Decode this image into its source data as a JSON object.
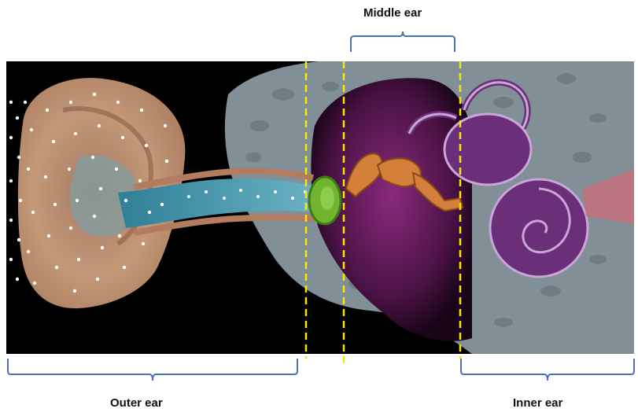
{
  "labels": {
    "middle": "Middle ear",
    "outer": "Outer ear",
    "inner": "Inner ear"
  },
  "colors": {
    "bracket": "#4a72b8",
    "divider": "#ffe600",
    "background": "#000000",
    "bone": "#8c9ba3",
    "outer_ear_skin": "#c79a78",
    "ear_canal": "#4e98b0",
    "eardrum": "#6fb52f",
    "ossicles": "#d4803a",
    "middle_cavity": "#5d1a56",
    "inner_ear": "#6a2f78"
  }
}
